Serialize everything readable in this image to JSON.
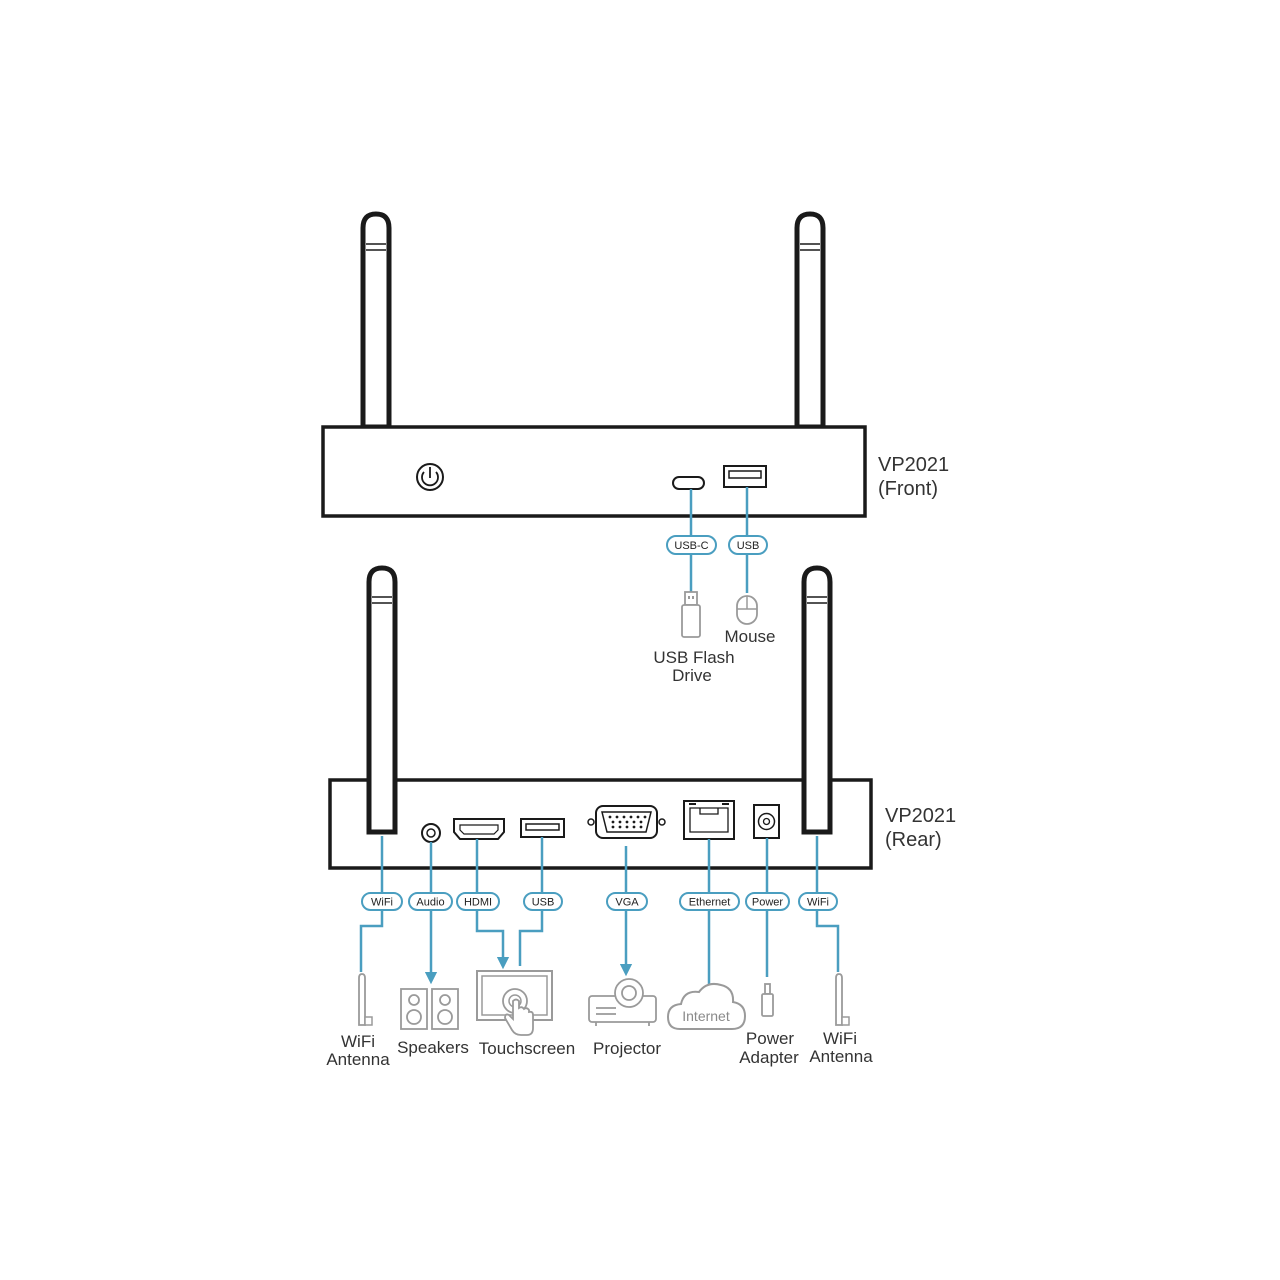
{
  "front": {
    "title_line1": "VP2021",
    "title_line2": "(Front)",
    "ports": {
      "usbc": "USB-C",
      "usb": "USB"
    },
    "devices": {
      "flash_line1": "USB Flash",
      "flash_line2": "Drive",
      "mouse": "Mouse"
    }
  },
  "rear": {
    "title_line1": "VP2021",
    "title_line2": "(Rear)",
    "ports": {
      "wifi_left": "WiFi",
      "audio": "Audio",
      "hdmi": "HDMI",
      "usb": "USB",
      "vga": "VGA",
      "ethernet": "Ethernet",
      "power": "Power",
      "wifi_right": "WiFi"
    },
    "devices": {
      "antenna_left_line1": "WiFi",
      "antenna_left_line2": "Antenna",
      "speakers": "Speakers",
      "touchscreen": "Touchscreen",
      "projector": "Projector",
      "internet": "Internet",
      "adapter_line1": "Power",
      "adapter_line2": "Adapter",
      "antenna_right_line1": "WiFi",
      "antenna_right_line2": "Antenna"
    }
  },
  "colors": {
    "accent": "#4a9ec0",
    "device_outline": "#1a1a1a",
    "peripheral_gray": "#9a9a9a"
  }
}
